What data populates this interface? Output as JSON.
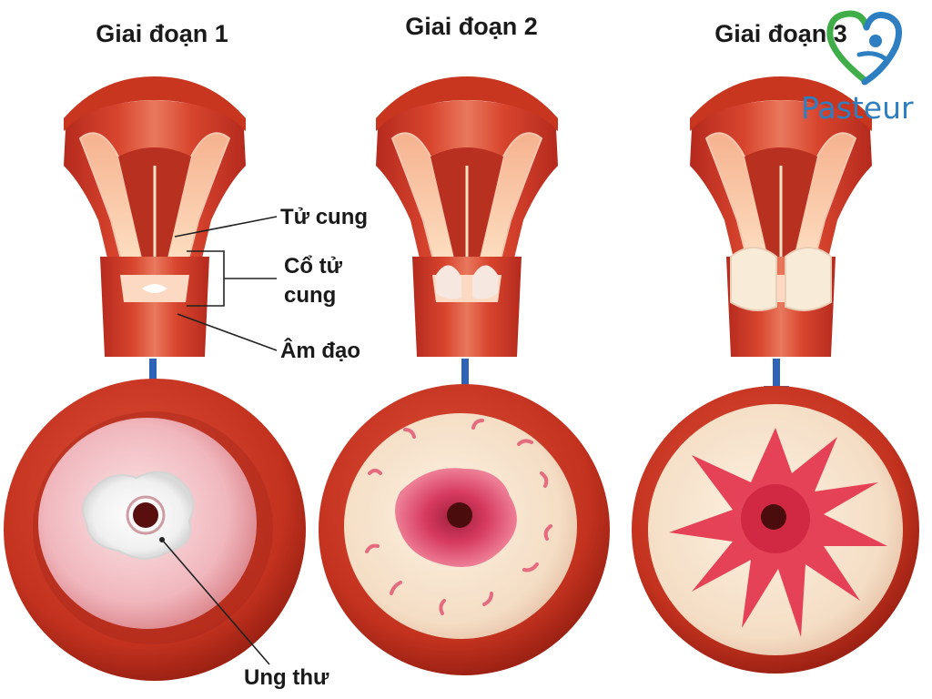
{
  "stages": [
    {
      "title": "Giai đoạn 1"
    },
    {
      "title": "Giai đoạn 2"
    },
    {
      "title": "Giai đoạn 3"
    }
  ],
  "labels": {
    "uterus": "Tử cung",
    "cervix_line1": "Cổ tử",
    "cervix_line2": "cung",
    "vagina": "Âm đạo",
    "cancer": "Ung thư"
  },
  "logo": {
    "text": "Pasteur",
    "colors": {
      "heart_left": "#3fae49",
      "heart_right": "#2d7fc1",
      "figure": "#2d7fc1"
    }
  },
  "colors": {
    "tissue_dark": "#b52a1e",
    "tissue": "#d8452e",
    "tissue_light": "#e8785c",
    "cavity_light": "#fde3c6",
    "lesion_white": "#f4f4f4",
    "lesion_pink": "#e0496a",
    "arrow": "#2f63b8"
  }
}
